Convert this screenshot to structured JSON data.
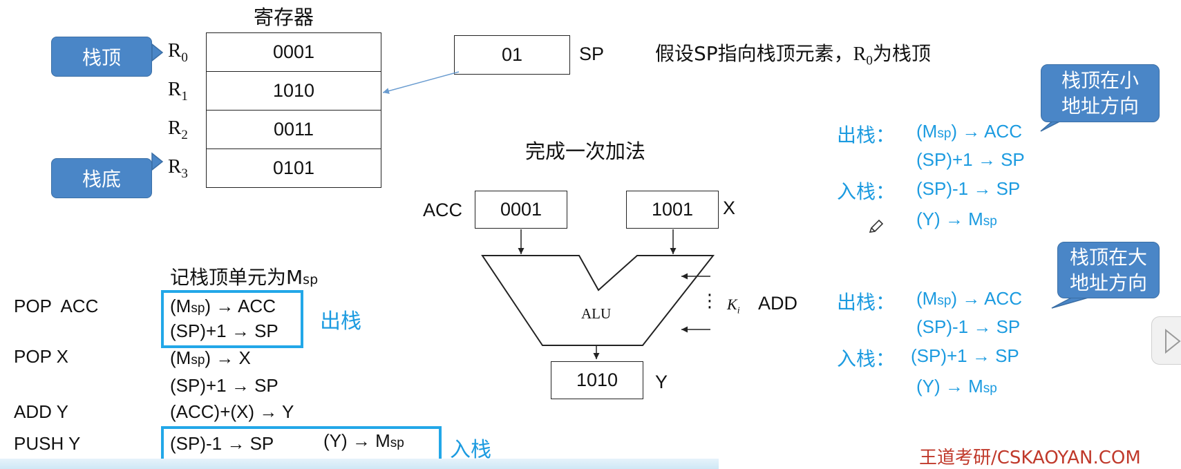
{
  "register_file": {
    "title": "寄存器",
    "labels": [
      "R",
      "0",
      "R",
      "1",
      "R",
      "2",
      "R",
      "3"
    ],
    "cells": [
      "0001",
      "1010",
      "0011",
      "0101"
    ],
    "top_label": "栈顶",
    "bottom_label": "栈底"
  },
  "sp": {
    "value": "01",
    "label": "SP"
  },
  "assumption": {
    "text": "假设SP指向栈顶元素，",
    "r": "R",
    "r_sub": "0",
    "tail": "为栈顶"
  },
  "alu": {
    "caption": "完成一次加法",
    "acc_label": "ACC",
    "acc_value": "0001",
    "x_label": "X",
    "x_value": "1001",
    "alu_label": "ALU",
    "k_label": "K",
    "k_sub": "i",
    "add_label": "ADD",
    "y_value": "1010",
    "y_label": "Y",
    "dots": "⋮"
  },
  "program": {
    "note_prefix": "记栈顶单元为M",
    "note_sub": "sp",
    "instructions": [
      "POP  ACC",
      "POP X",
      "ADD Y",
      "PUSH Y"
    ],
    "micro": {
      "pop_acc_1_a": "(M",
      "pop_acc_1_b": ") → ACC",
      "pop_acc_2": "(SP)+1 → SP",
      "pop_x_1_a": "(M",
      "pop_x_1_b": ") → X",
      "pop_x_2": "(SP)+1 → SP",
      "add_y": "(ACC)+(X) → Y",
      "push_1": "(SP)-1 → SP",
      "push_2_a": "(Y) → M"
    },
    "sp_sub": "sp",
    "pop_tag": "出栈",
    "push_tag": "入栈"
  },
  "right_panel": {
    "small_addr": {
      "bubble_line1": "栈顶在小",
      "bubble_line2": "地址方向",
      "pop_label": "出栈：",
      "pop_1_a": "(M",
      "pop_1_b": ") → ACC",
      "pop_2": "(SP)+1 → SP",
      "push_label": "入栈：",
      "push_1": "(SP)-1 → SP",
      "push_2_a": "(Y) → M"
    },
    "large_addr": {
      "bubble_line1": "栈顶在大",
      "bubble_line2": "地址方向",
      "pop_label": "出栈：",
      "pop_1_a": "(M",
      "pop_1_b": ") → ACC",
      "pop_2": "(SP)-1 → SP",
      "push_label": "入栈：",
      "push_1": "(SP)+1 → SP",
      "push_2_a": "(Y) → M"
    },
    "sp_sub": "sp"
  },
  "watermark": "王道考研/CSKAOYAN.COM",
  "colors": {
    "accent": "#1c9be0",
    "callout": "#4a86c7",
    "watermark": "#c0392b"
  },
  "icons": [
    "pencil-icon",
    "play-icon"
  ]
}
